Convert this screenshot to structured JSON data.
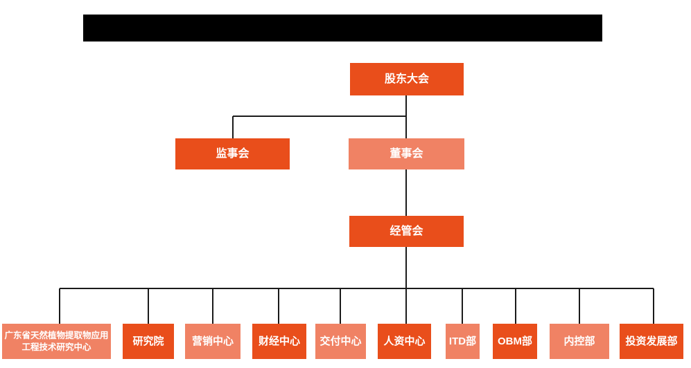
{
  "colors": {
    "primary": "#E94E1B",
    "secondary": "#F08264",
    "connector": "#1A1A1A",
    "node_text": "#FFFFFF",
    "redaction": "#000000"
  },
  "nodes": {
    "shareholders_meeting": {
      "label": "股东大会",
      "variant": "primary"
    },
    "supervisory_board": {
      "label": "监事会",
      "variant": "primary"
    },
    "board_of_directors": {
      "label": "董事会",
      "variant": "secondary"
    },
    "management_committee": {
      "label": "经管会",
      "variant": "primary"
    },
    "departments": [
      {
        "label": "广东省天然植物提取物应用工程技术研究中心",
        "variant": "secondary"
      },
      {
        "label": "研究院",
        "variant": "primary"
      },
      {
        "label": "营销中心",
        "variant": "secondary"
      },
      {
        "label": "财经中心",
        "variant": "primary"
      },
      {
        "label": "交付中心",
        "variant": "secondary"
      },
      {
        "label": "人资中心",
        "variant": "primary"
      },
      {
        "label": "ITD部",
        "variant": "secondary"
      },
      {
        "label": "OBM部",
        "variant": "primary"
      },
      {
        "label": "内控部",
        "variant": "secondary"
      },
      {
        "label": "投资发展部",
        "variant": "primary"
      }
    ]
  },
  "hierarchy": {
    "root": "股东大会",
    "children_of_root": [
      "监事会",
      "董事会"
    ],
    "children_of_board": [
      "经管会"
    ],
    "children_of_management": [
      "广东省天然植物提取物应用工程技术研究中心",
      "研究院",
      "营销中心",
      "财经中心",
      "交付中心",
      "人资中心",
      "ITD部",
      "OBM部",
      "内控部",
      "投资发展部"
    ]
  }
}
